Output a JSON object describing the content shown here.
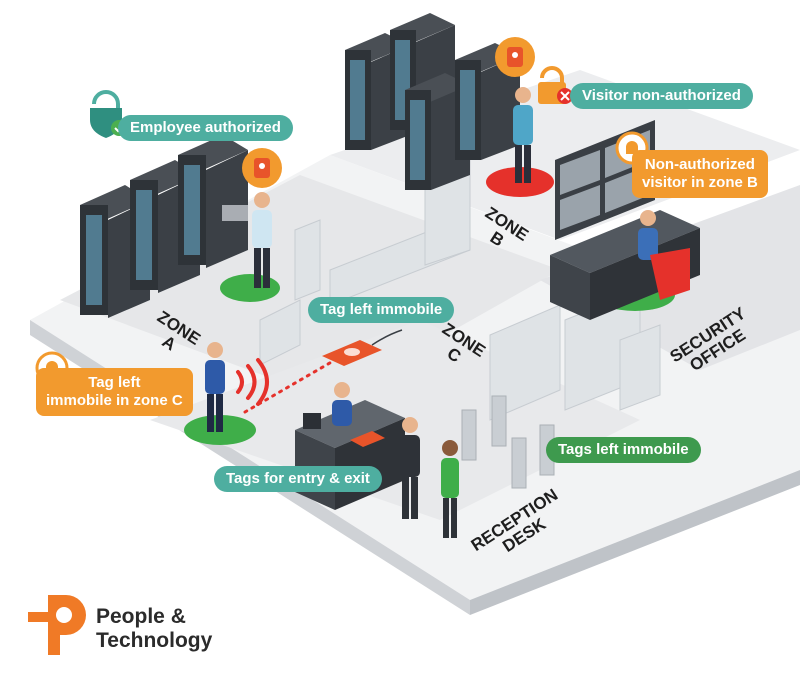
{
  "callouts": {
    "employee_authorized": "Employee authorized",
    "visitor_non_authorized": "Visitor non-authorized",
    "non_authorized_zone_b_line1": "Non-authorized",
    "non_authorized_zone_b_line2": "visitor in zone B",
    "tag_left_immobile": "Tag left immobile",
    "tag_left_immobile_zone_c_line1": "Tag left",
    "tag_left_immobile_zone_c_line2": "immobile in zone C",
    "tags_entry_exit": "Tags for entry & exit",
    "tags_left_immobile": "Tags left immobile"
  },
  "zones": {
    "zone_a_line1": "ZONE",
    "zone_a_line2": "A",
    "zone_b_line1": "ZONE",
    "zone_b_line2": "B",
    "zone_c_line1": "ZONE",
    "zone_c_line2": "C",
    "security_line1": "SECURITY",
    "security_line2": "OFFICE",
    "reception_line1": "RECEPTION",
    "reception_line2": "DESK"
  },
  "logo": {
    "line1": "People &",
    "line2": "Technology"
  },
  "colors": {
    "teal": "#4eaea0",
    "green": "#3e9a4e",
    "orange": "#f29a2e",
    "red": "#e5312b",
    "floor": "#e9eaec",
    "logo_orange": "#f07a26"
  },
  "icons": [
    "padlock-check-icon",
    "padlock-x-icon",
    "alarm-bell-icon",
    "rfid-tag-icon",
    "signal-waves-icon",
    "server-rack-icon",
    "person-icon"
  ]
}
